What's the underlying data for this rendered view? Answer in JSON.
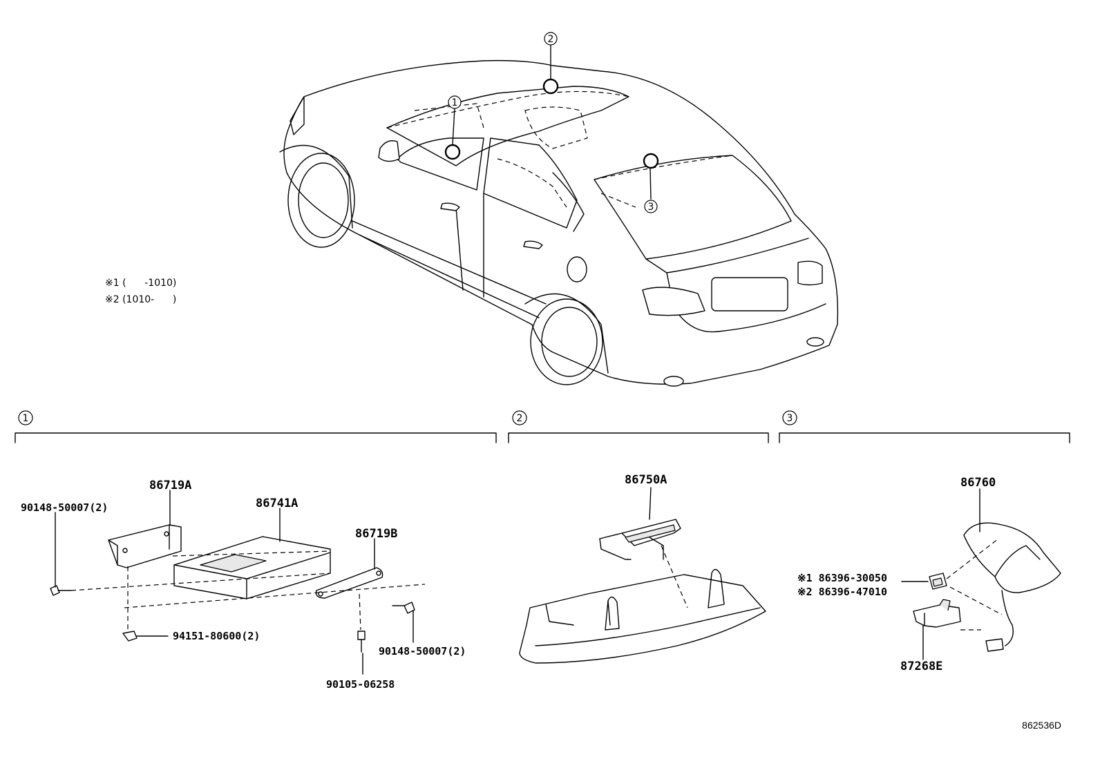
{
  "vehicle_callouts": [
    "1",
    "2",
    "3"
  ],
  "notes": {
    "note1": "※1 (      -1010)",
    "note2": "※2 (1010-      )"
  },
  "sections": [
    {
      "number": "1",
      "parts": {
        "bracket_left": "86719A",
        "module": "86741A",
        "bracket_right": "86719B",
        "bolt_left": "90148-50007(2)",
        "nut": "94151-80600(2)",
        "bolt_right": "90148-50007(2)",
        "screw": "90105-06258"
      }
    },
    {
      "number": "2",
      "parts": {
        "antenna_unit": "86750A"
      }
    },
    {
      "number": "3",
      "parts": {
        "roof_antenna": "86760",
        "variant1": "※1 86396-30050",
        "variant2": "※2 86396-47010",
        "connector": "87268E"
      }
    }
  ],
  "document_id": "862536D"
}
